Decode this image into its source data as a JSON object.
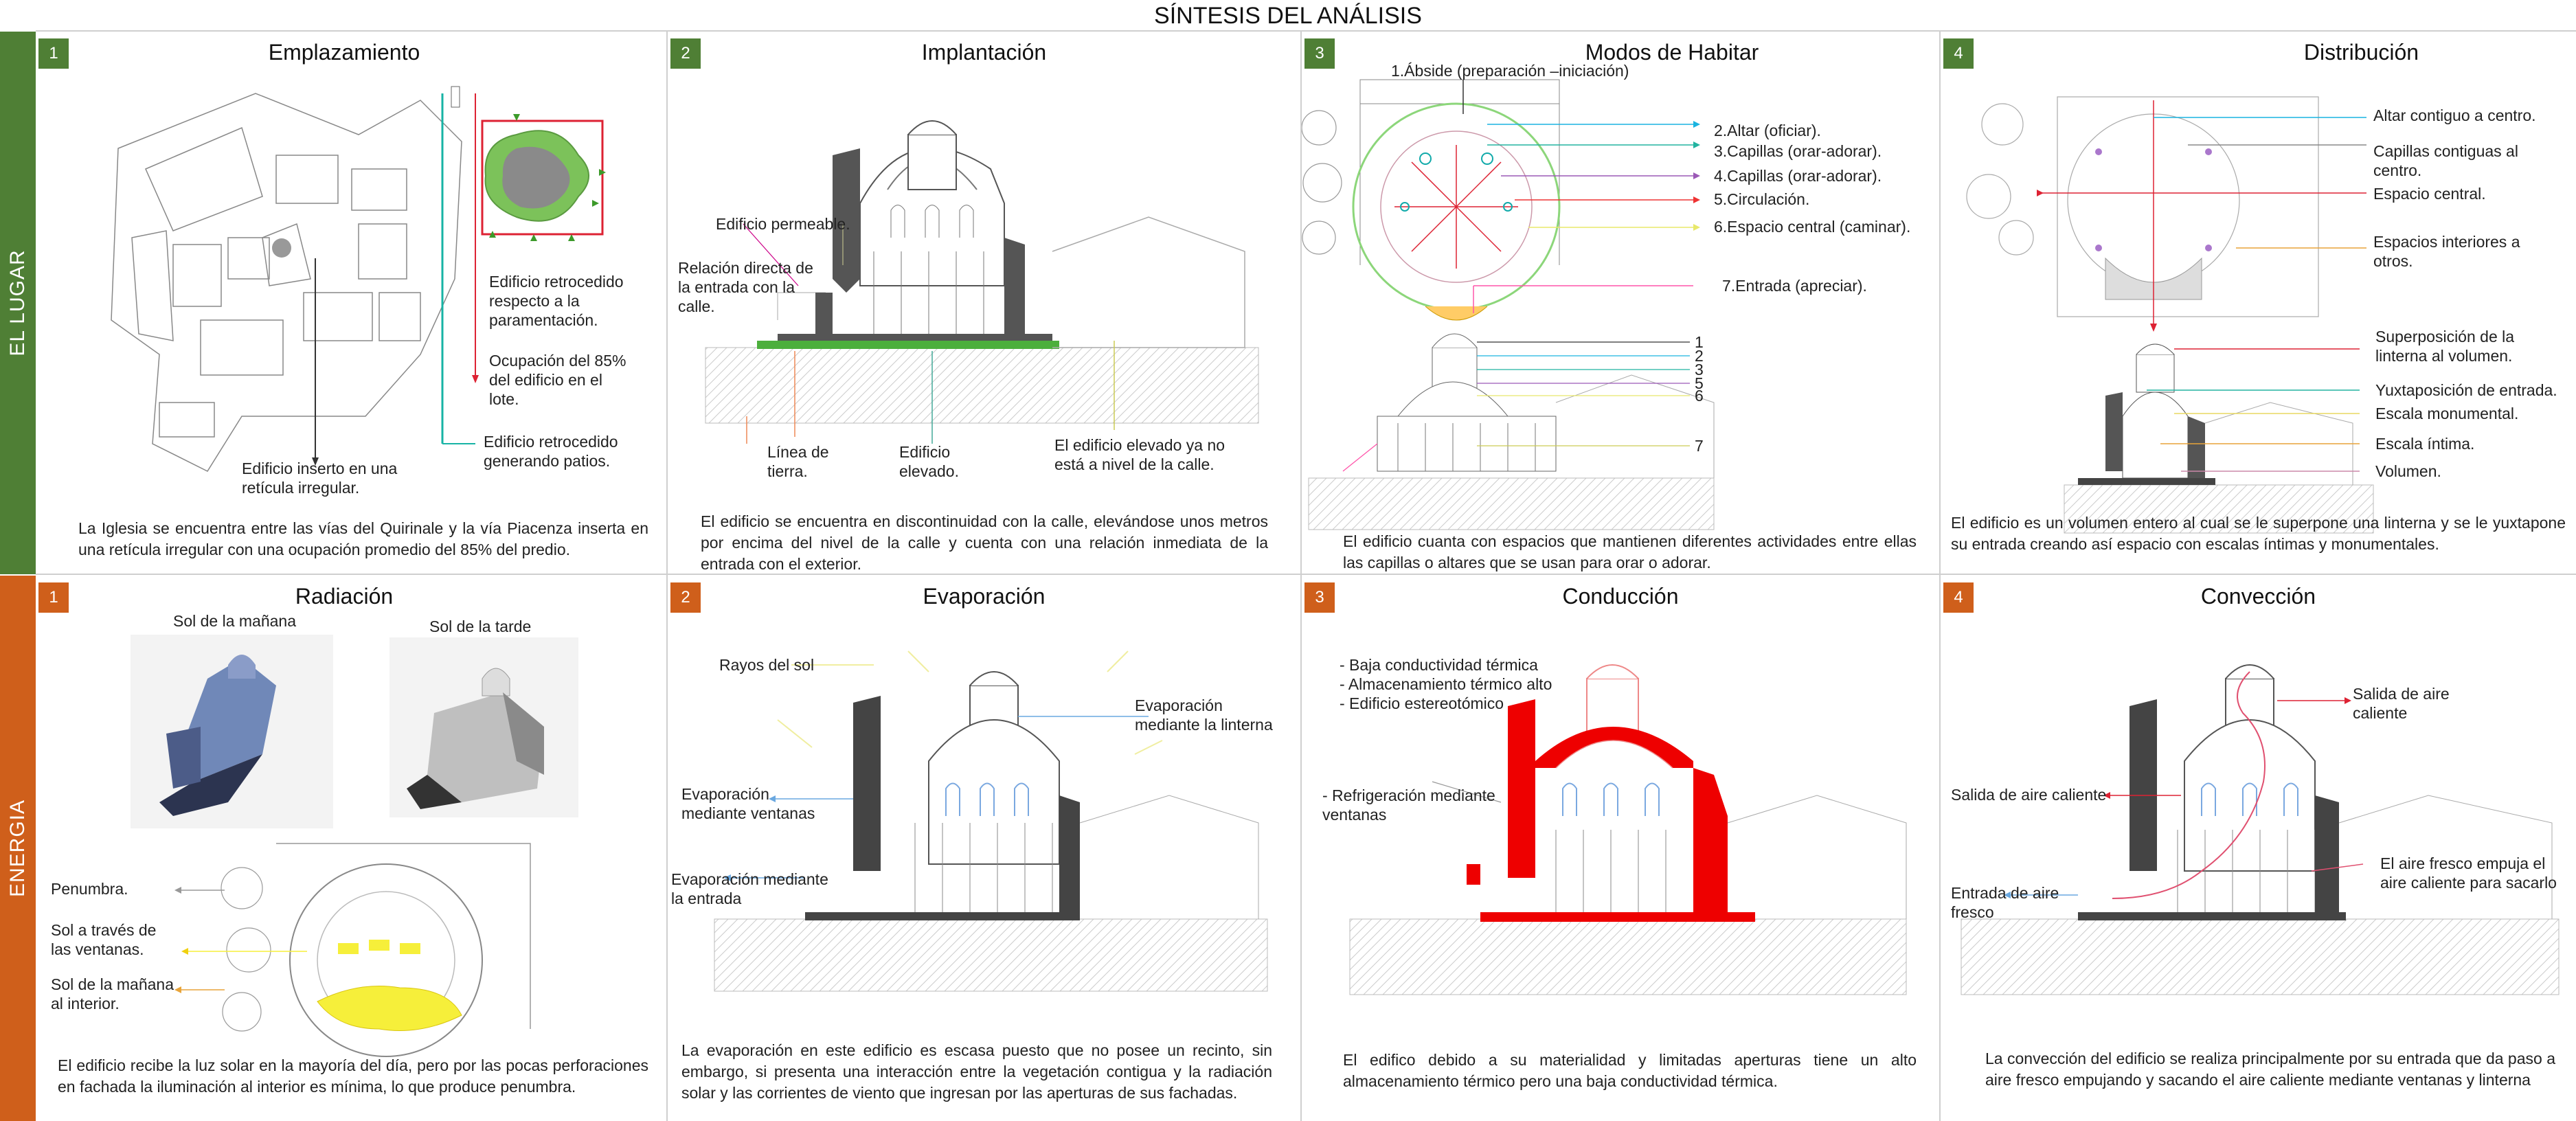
{
  "title": "SÍNTESIS DEL ANÁLISIS",
  "bands": {
    "lugar": "EL LUGAR",
    "energia": "ENERGIA"
  },
  "panels": {
    "emplazamiento": {
      "num": "1",
      "title": "Emplazamiento",
      "labels": {
        "retro1": "Edificio retrocedido respecto a la paramentación.",
        "ocup": "Ocupación del 85% del edificio en el lote.",
        "retro2": "Edificio retrocedido generando patios.",
        "inserto": "Edificio inserto en una retícula irregular."
      },
      "desc": "La Iglesia se encuentra entre las vías del Quirinale y la vía Piacenza inserta en una retícula irregular con una ocupación promedio del 85% del predio."
    },
    "implantacion": {
      "num": "2",
      "title": "Implantación",
      "labels": {
        "permeable": "Edificio permeable.",
        "relacion": "Relación directa de la entrada con la calle.",
        "linea": "Línea de tierra.",
        "elevado": "Edificio elevado.",
        "nivel": "El edificio elevado ya no está a nivel de la calle."
      },
      "desc": "El edificio se encuentra en discontinuidad con la calle, elevándose unos metros por encima del nivel de la calle y cuenta con una relación inmediata de la entrada con el exterior."
    },
    "modos": {
      "num": "3",
      "title": "Modos de Habitar",
      "labels": {
        "l1": "1.Ábside (preparación –iniciación)",
        "l2": "2.Altar (oficiar).",
        "l3": "3.Capillas (orar-adorar).",
        "l4": "4.Capillas (orar-adorar).",
        "l5": "5.Circulación.",
        "l6": "6.Espacio central (caminar).",
        "l7": "7.Entrada (apreciar).",
        "n1": "1",
        "n2": "2",
        "n3": "3",
        "n5": "5",
        "n6": "6",
        "n7": "7"
      },
      "desc": "El edificio cuanta con espacios que mantienen diferentes actividades entre ellas las capillas o altares que se usan para orar o adorar."
    },
    "distribucion": {
      "num": "4",
      "title": "Distribución",
      "labels": {
        "altar": "Altar  contiguo a centro.",
        "capillas": "Capillas contiguas al centro.",
        "central": "Espacio central.",
        "interiores": "Espacios interiores a otros.",
        "superpos": "Superposición de la linterna al volumen.",
        "yuxta": "Yuxtaposición de entrada.",
        "monumental": "Escala monumental.",
        "intima": "Escala íntima.",
        "volumen": "Volumen."
      },
      "desc": "El edificio es un volumen entero al cual se le superpone una linterna y se le yuxtapone su entrada creando así espacio con escalas íntimas y monumentales."
    },
    "radiacion": {
      "num": "1",
      "title": "Radiación",
      "labels": {
        "manana": "Sol de la mañana",
        "tarde": "Sol de la tarde",
        "penumbra": "Penumbra.",
        "ventanas": "Sol a través de las ventanas.",
        "interior": "Sol de la mañana al interior."
      },
      "desc": "El edificio recibe la luz solar en la mayoría del día, pero por las pocas perforaciones en fachada la iluminación al interior es mínima, lo que produce penumbra."
    },
    "evaporacion": {
      "num": "2",
      "title": "Evaporación",
      "labels": {
        "rayos": "Rayos del sol",
        "linterna": "Evaporación mediante la linterna",
        "ventanas": "Evaporación mediante ventanas",
        "entrada": "Evaporación mediante la entrada"
      },
      "desc": "La evaporación en este edificio es escasa puesto que no posee un recinto, sin embargo, si presenta una interacción entre la vegetación contigua y la radiación solar y las corrientes de viento que ingresan por las aperturas de sus fachadas."
    },
    "conduccion": {
      "num": "3",
      "title": "Conducción",
      "labels": {
        "props": "- Baja conductividad térmica\n- Almacenamiento térmico alto\n- Edificio estereotómico",
        "refrig": "- Refrigeración mediante ventanas"
      },
      "desc": "El edifico debido a su materialidad y limitadas aperturas tiene un alto almacenamiento térmico pero una baja conductividad térmica."
    },
    "conveccion": {
      "num": "4",
      "title": "Convección",
      "labels": {
        "salida1": "Salida de aire caliente",
        "salida2": "Salida de aire caliente",
        "entrada": "Entrada de aire fresco",
        "empuja": "El aire fresco empuja el aire caliente para sacarlo"
      },
      "desc": "La convección del edificio se realiza principalmente por su entrada que da paso a aire fresco empujando y sacando el aire caliente mediante ventanas y linterna"
    }
  }
}
